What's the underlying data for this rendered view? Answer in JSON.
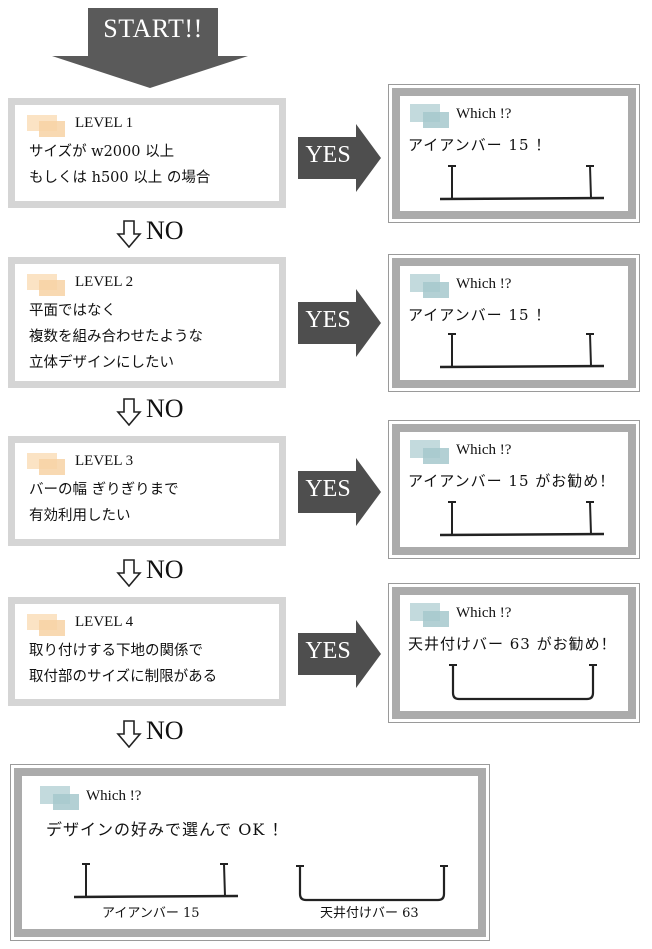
{
  "start": {
    "label": "START!!",
    "color": "#5a5a5a"
  },
  "no_label": "NO",
  "yes_label": "YES",
  "levels": [
    {
      "title": "LEVEL 1",
      "lines": [
        "サイズが w2000 以上",
        "もしくは h500 以上 の場合"
      ]
    },
    {
      "title": "LEVEL 2",
      "lines": [
        "平面ではなく",
        "複数を組み合わせたような",
        "立体デザインにしたい"
      ]
    },
    {
      "title": "LEVEL 3",
      "lines": [
        "バーの幅 ぎりぎりまで",
        "有効利用したい"
      ]
    },
    {
      "title": "LEVEL 4",
      "lines": [
        "取り付けする下地の関係で",
        "取付部のサイズに制限がある"
      ]
    }
  ],
  "results": [
    {
      "heading": "Which !?",
      "text": "アイアンバー 15 ！",
      "product": "iron-bar-15"
    },
    {
      "heading": "Which !?",
      "text": "アイアンバー 15 ！",
      "product": "iron-bar-15"
    },
    {
      "heading": "Which !?",
      "text": "アイアンバー 15 がお勧め！",
      "product": "iron-bar-15"
    },
    {
      "heading": "Which !?",
      "text": "天井付けバー 63 がお勧め！",
      "product": "ceiling-bar-63"
    }
  ],
  "final": {
    "heading": "Which !?",
    "text": "デザインの好みで選んで OK ！",
    "options": [
      {
        "caption": "アイアンバー 15"
      },
      {
        "caption": "天井付けバー 63"
      }
    ]
  },
  "colors": {
    "level_border": "#d5d5d5",
    "result_border": "#ababab",
    "level_accent": "#f7d2a4",
    "result_accent": "#a6c8cc",
    "arrow": "#4e4e4e"
  }
}
